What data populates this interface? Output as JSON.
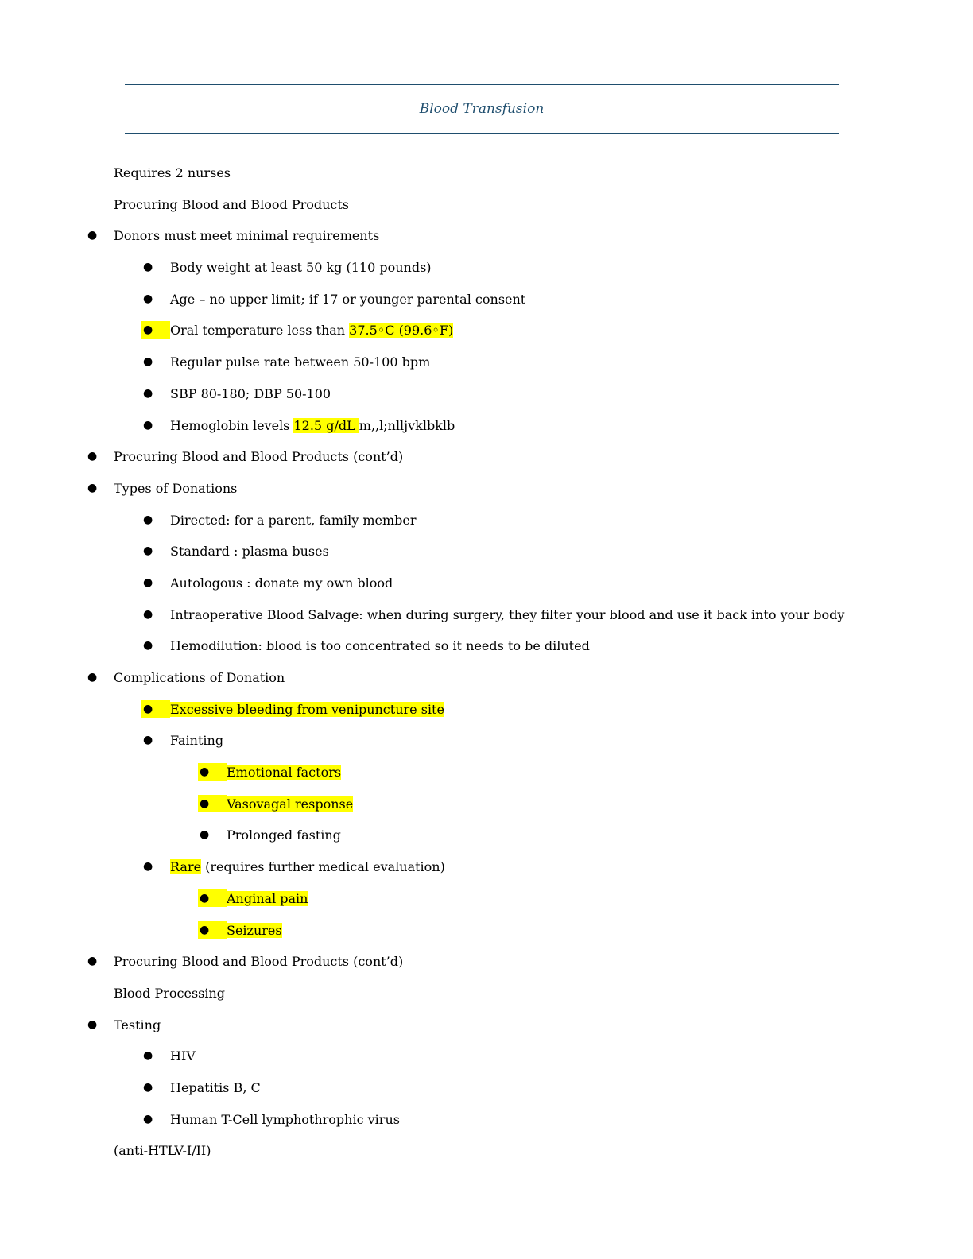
{
  "header": {
    "title": "Blood Transfusion"
  },
  "colors": {
    "highlight": "#ffff00",
    "header": "#1f4e6e"
  },
  "bullet_glyph": "●",
  "items": [
    {
      "level": 0,
      "segments": [
        {
          "text": "Requires 2 nurses"
        }
      ]
    },
    {
      "level": 0,
      "segments": [
        {
          "text": "Procuring Blood and Blood Products"
        }
      ]
    },
    {
      "level": 1,
      "segments": [
        {
          "text": "Donors must meet minimal requirements"
        }
      ]
    },
    {
      "level": 2,
      "segments": [
        {
          "text": "Body weight at least 50 kg (110 pounds)"
        }
      ]
    },
    {
      "level": 2,
      "segments": [
        {
          "text": "Age – no upper limit; if 17 or younger parental consent"
        }
      ]
    },
    {
      "level": 2,
      "bullet_highlight": true,
      "segments": [
        {
          "text": "Oral temperature less than "
        },
        {
          "text": "37.5◦C (99.6◦F)",
          "highlight": true
        }
      ]
    },
    {
      "level": 2,
      "segments": [
        {
          "text": "Regular pulse rate between 50-100 bpm"
        }
      ]
    },
    {
      "level": 2,
      "segments": [
        {
          "text": "SBP 80-180; DBP 50-100"
        }
      ]
    },
    {
      "level": 2,
      "segments": [
        {
          "text": "Hemoglobin levels "
        },
        {
          "text": "12.5 g/dL ",
          "highlight": true
        },
        {
          "text": " m,,l;nlljvklbklb"
        }
      ]
    },
    {
      "level": 1,
      "segments": [
        {
          "text": "Procuring Blood and Blood Products (cont’d)"
        }
      ]
    },
    {
      "level": 1,
      "segments": [
        {
          "text": "Types of Donations"
        }
      ]
    },
    {
      "level": 2,
      "segments": [
        {
          "text": "Directed: for a parent, family member"
        }
      ]
    },
    {
      "level": 2,
      "segments": [
        {
          "text": "Standard : plasma buses"
        }
      ]
    },
    {
      "level": 2,
      "segments": [
        {
          "text": "Autologous : donate my own blood"
        }
      ]
    },
    {
      "level": 2,
      "segments": [
        {
          "text": "Intraoperative Blood Salvage: when during surgery, they filter your blood and use it back into your body"
        }
      ]
    },
    {
      "level": 2,
      "segments": [
        {
          "text": "Hemodilution: blood is too concentrated so it needs to be diluted"
        }
      ]
    },
    {
      "level": 1,
      "segments": [
        {
          "text": "Complications of Donation"
        }
      ]
    },
    {
      "level": 2,
      "bullet_highlight": true,
      "segments": [
        {
          "text": "Excessive bleeding from venipuncture site",
          "highlight": true
        }
      ]
    },
    {
      "level": 2,
      "segments": [
        {
          "text": "Fainting"
        }
      ]
    },
    {
      "level": 3,
      "bullet_highlight": true,
      "segments": [
        {
          "text": "Emotional factors",
          "highlight": true
        }
      ]
    },
    {
      "level": 3,
      "bullet_highlight": true,
      "segments": [
        {
          "text": "Vasovagal response",
          "highlight": true
        }
      ]
    },
    {
      "level": 3,
      "segments": [
        {
          "text": "Prolonged fasting"
        }
      ]
    },
    {
      "level": 2,
      "segments": [
        {
          "text": "Rare",
          "highlight": true
        },
        {
          "text": " (requires further medical evaluation)"
        }
      ]
    },
    {
      "level": 3,
      "bullet_highlight": true,
      "segments": [
        {
          "text": "Anginal pain",
          "highlight": true
        }
      ]
    },
    {
      "level": 3,
      "bullet_highlight": true,
      "segments": [
        {
          "text": "Seizures",
          "highlight": true
        }
      ]
    },
    {
      "level": 1,
      "segments": [
        {
          "text": "Procuring Blood and Blood Products (cont’d)"
        }
      ]
    },
    {
      "level": 0,
      "segments": [
        {
          "text": "Blood Processing"
        }
      ]
    },
    {
      "level": 1,
      "segments": [
        {
          "text": "Testing"
        }
      ]
    },
    {
      "level": 2,
      "segments": [
        {
          "text": "HIV"
        }
      ]
    },
    {
      "level": 2,
      "segments": [
        {
          "text": "Hepatitis B, C"
        }
      ]
    },
    {
      "level": 2,
      "segments": [
        {
          "text": "Human T-Cell lymphothrophic virus"
        }
      ]
    },
    {
      "level": 0,
      "segments": [
        {
          "text": "(anti-HTLV-I/II)"
        }
      ]
    }
  ]
}
